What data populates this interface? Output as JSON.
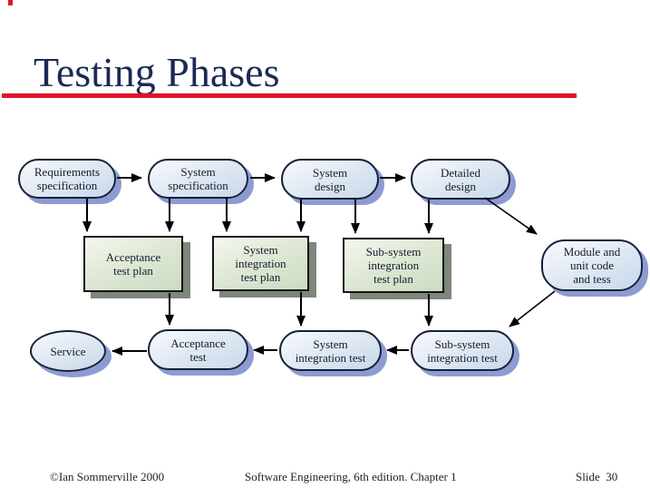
{
  "slide": {
    "title": "Testing Phases",
    "footer": {
      "copyright": "©Ian Sommerville 2000",
      "book": "Software Engineering, 6th edition. Chapter 1",
      "slide_number": "Slide  30"
    },
    "colors": {
      "title_text": "#1b2a55",
      "title_rule": "#e01328",
      "ellipse_fill": "#d6e2ef",
      "ellipse_border": "#16213a",
      "ellipse_shadow": "#8d9bd2",
      "plan_fill": "#dde7d3",
      "plan_border": "#141414",
      "plan_shadow": "#7d877a",
      "arrow": "#000000"
    }
  },
  "diagram": {
    "nodes": {
      "req_spec": {
        "label": "Requirements\nspecification"
      },
      "sys_spec": {
        "label": "System\nspecification"
      },
      "sys_design": {
        "label": "System\ndesign"
      },
      "detailed_design": {
        "label": "Detailed\ndesign"
      },
      "acceptance_plan": {
        "label": "Acceptance\ntest plan"
      },
      "sys_int_plan": {
        "label": "System\nintegration\ntest plan"
      },
      "subsys_int_plan": {
        "label": "Sub-system\nintegration\ntest plan"
      },
      "module_unit": {
        "label": "Module and\nunit code\nand tess"
      },
      "service": {
        "label": "Service"
      },
      "acceptance_test": {
        "label": "Acceptance\ntest"
      },
      "sys_int_test": {
        "label": "System\nintegration test"
      },
      "subsys_int_test": {
        "label": "Sub-system\nintegration test"
      }
    }
  }
}
